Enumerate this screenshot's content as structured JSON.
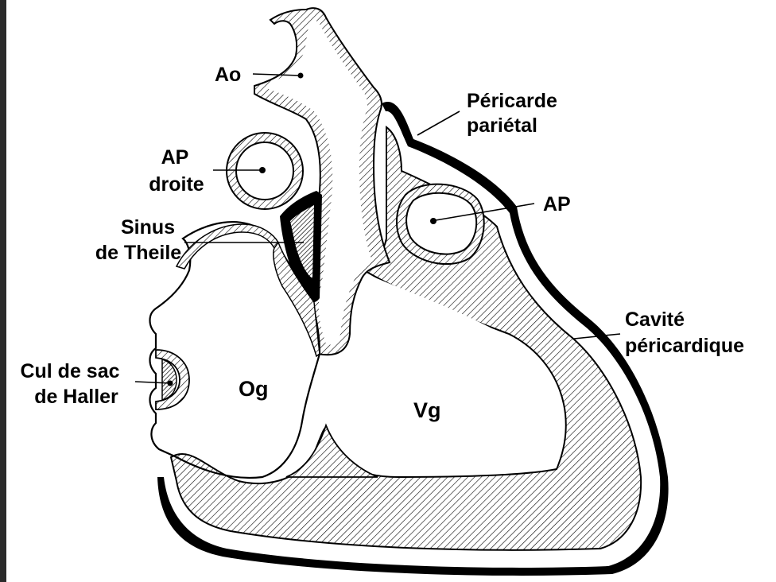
{
  "labels": {
    "ao": "Ao",
    "ap_droite_line1": "AP",
    "ap_droite_line2": "droite",
    "sinus_line1": "Sinus",
    "sinus_line2": "de Theile",
    "cul_line1": "Cul de sac",
    "cul_line2": "de Haller",
    "og": "Og",
    "vg": "Vg",
    "pericarde_line1": "Péricarde",
    "pericarde_line2": "pariétal",
    "ap": "AP",
    "cavite_line1": "Cavité",
    "cavite_line2": "péricardique"
  },
  "colors": {
    "ink": "#000000",
    "paper": "#ffffff",
    "frame": "#2b2b2b"
  }
}
